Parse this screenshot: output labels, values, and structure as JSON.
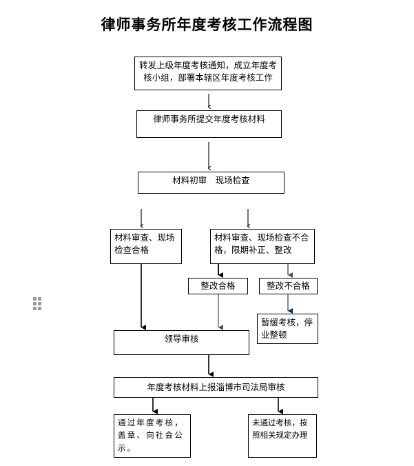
{
  "document": {
    "title": "律师事务所年度考核工作流程图"
  },
  "flowchart": {
    "type": "flowchart",
    "orientation": "top-to-bottom",
    "nodes": [
      {
        "id": "notice",
        "label": "转发上级年度考核通知，成立年度考核小组，部署本辖区年度考核工作"
      },
      {
        "id": "submit",
        "label": "律师事务所提交年度考核材料"
      },
      {
        "id": "review",
        "label": "材料初审　现场检查"
      },
      {
        "id": "pass_check",
        "label": "材料审查、现场检查合格"
      },
      {
        "id": "fail_check",
        "label": "材料审查、现场检查不合格，限期补正、整改"
      },
      {
        "id": "rect_ok",
        "label": "整改合格"
      },
      {
        "id": "rect_fail",
        "label": "整改不合格"
      },
      {
        "id": "suspend",
        "label": "暂缓考核，停业整顿"
      },
      {
        "id": "leader",
        "label": "领导审核"
      },
      {
        "id": "report",
        "label": "年度考核材料上报淄博市司法局审核"
      },
      {
        "id": "final_pass",
        "label": "通过年度考核，盖章、向社会公示。"
      },
      {
        "id": "final_fail",
        "label": "未通过考核，按照相关规定办理"
      }
    ],
    "edges": [
      {
        "from": "notice",
        "to": "submit"
      },
      {
        "from": "submit",
        "to": "review"
      },
      {
        "from": "review",
        "to": "pass_check"
      },
      {
        "from": "review",
        "to": "fail_check"
      },
      {
        "from": "fail_check",
        "to": "rect_ok"
      },
      {
        "from": "fail_check",
        "to": "rect_fail"
      },
      {
        "from": "rect_ok",
        "to": "leader"
      },
      {
        "from": "rect_fail",
        "to": "suspend"
      },
      {
        "from": "pass_check",
        "to": "leader"
      },
      {
        "from": "leader",
        "to": "report"
      },
      {
        "from": "report",
        "to": "final_pass"
      },
      {
        "from": "report",
        "to": "final_fail"
      }
    ]
  },
  "colors": {
    "stroke": "#000000",
    "gray_stroke": "#8a8a8a",
    "blue_stroke": "#2c4f8a",
    "background": "#ffffff",
    "handle_dot": "#9a9a9a"
  },
  "handle": {
    "name": "drag-handle",
    "dots": 6
  }
}
